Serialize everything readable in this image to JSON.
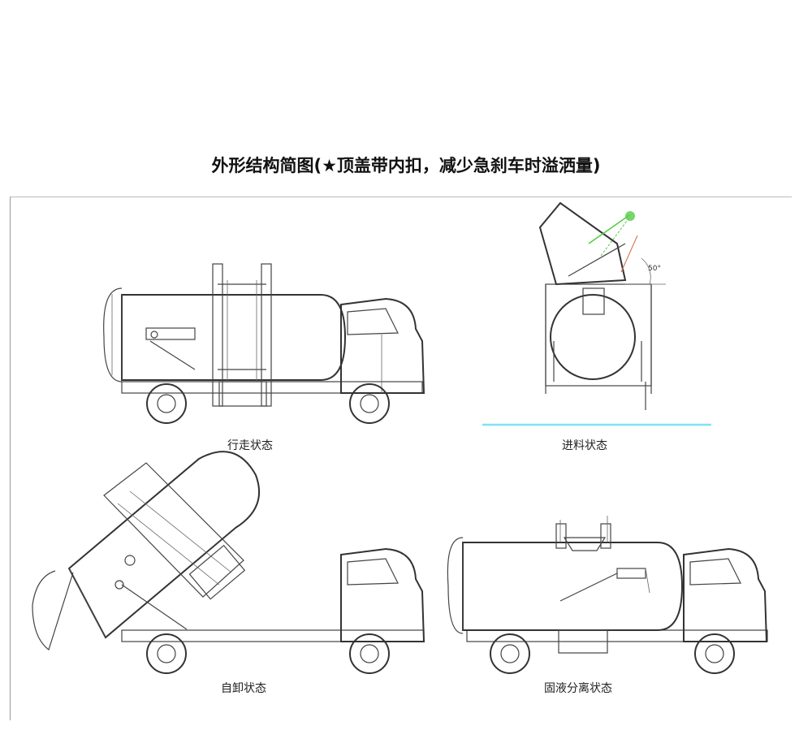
{
  "title": "外形结构简图(★顶盖带内扣，减少急刹车时溢洒量)",
  "views": {
    "driving": "行走状态",
    "feeding": "进料状态",
    "dumping": "自卸状态",
    "separation": "固液分离状态"
  },
  "angle_label": "50°",
  "colors": {
    "cyan_line": "#7fe3f0",
    "green_dot": "#55cc44",
    "line": "#444444"
  }
}
